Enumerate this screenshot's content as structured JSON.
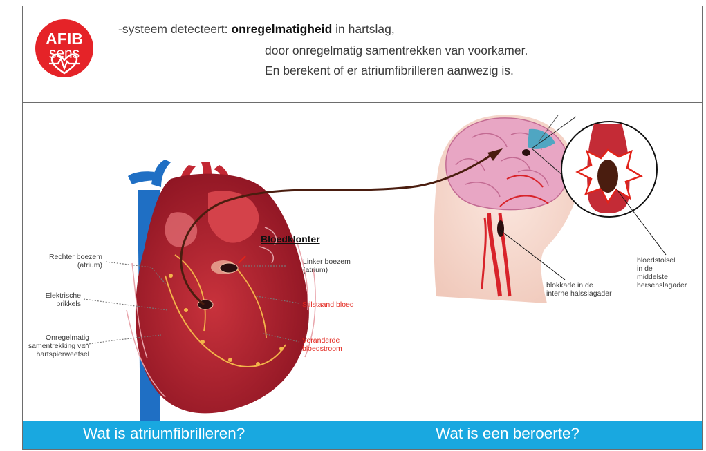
{
  "logo": {
    "line1": "AFIB",
    "line2": "sens",
    "color": "#e52328",
    "icon": "heart-pulse-icon"
  },
  "description": {
    "prefix": "-systeem detecteert: ",
    "highlight": "onregelmatigheid",
    "suffix": " in hartslag,",
    "line2": "door onregelmatig samentrekken van voorkamer.",
    "line3": "En berekent of er atriumfibrilleren aanwezig is."
  },
  "heart_labels": {
    "clot_title": "Bloedklonter",
    "right_atrium": [
      "Rechter boezem",
      "(atrium)"
    ],
    "electric": [
      "Elektrische",
      "prikkels"
    ],
    "irregular": [
      "Onregelmatig",
      "samentrekking van",
      "hartspierweefsel"
    ],
    "left_atrium": [
      "Linker boezem",
      "(atrium)"
    ],
    "stagnant": "Stilstaand bloed",
    "changed_flow": [
      "Veranderde",
      "bloedstroom"
    ]
  },
  "brain_labels": {
    "blockage": [
      "blokkade in de",
      "interne halsslagader"
    ],
    "clot": [
      "bloedstolsel",
      "in de",
      "middelste",
      "hersenslagader"
    ]
  },
  "bottom": {
    "left_title": "Wat is atriumfibrilleren?",
    "right_title": "Wat is een beroerte?",
    "color": "#19a8e0"
  },
  "colors": {
    "red": "#e2231a",
    "heart": "#b5212d",
    "vein": "#1f6fc4",
    "border": "#6d6d6d"
  }
}
